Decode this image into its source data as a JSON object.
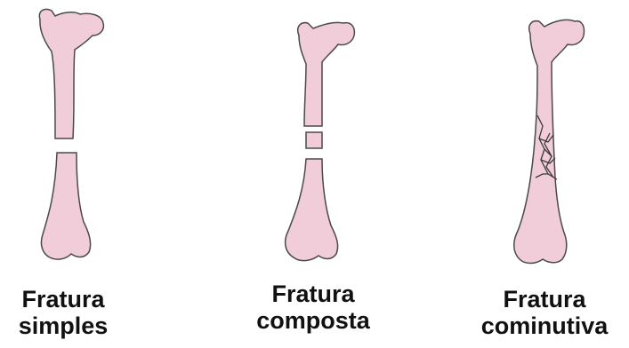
{
  "colors": {
    "bone_fill": "#f0cdd8",
    "bone_outline": "#4a4a4a",
    "crack": "#3a3a3a"
  },
  "fractures": [
    {
      "id": "simples",
      "line1": "Fratura",
      "line2": "simples"
    },
    {
      "id": "composta",
      "line1": "Fratura",
      "line2": "composta"
    },
    {
      "id": "cominutiva",
      "line1": "Fratura",
      "line2": "cominutiva"
    }
  ]
}
